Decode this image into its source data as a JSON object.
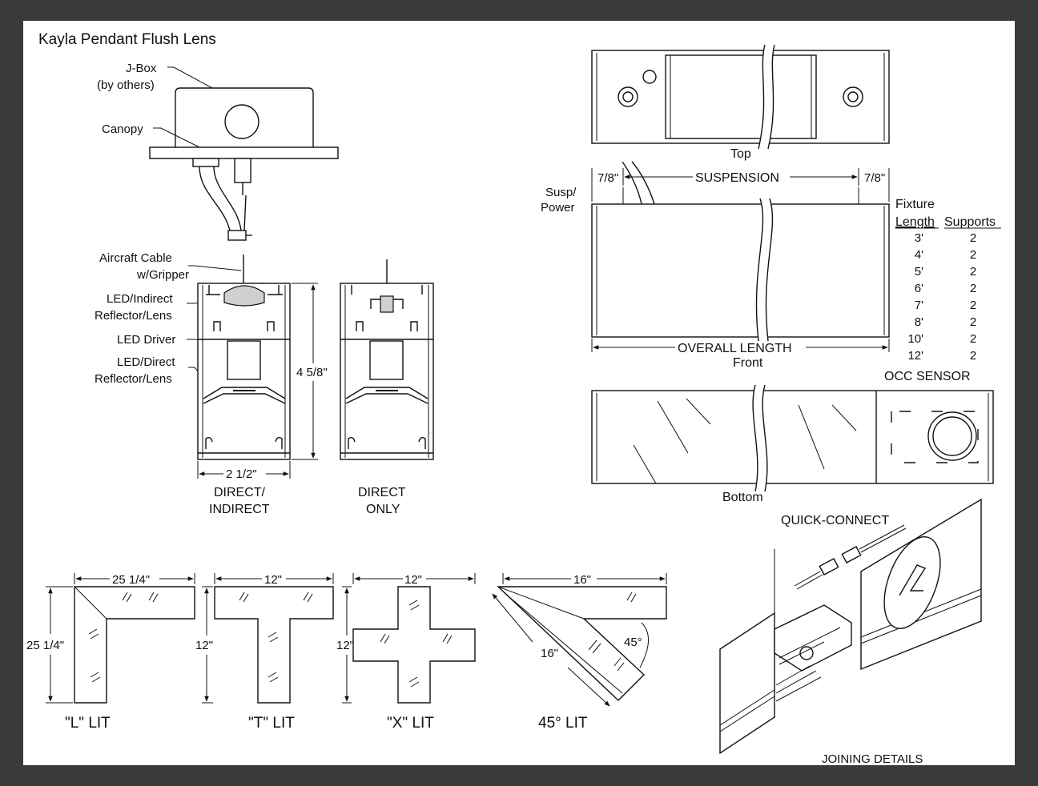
{
  "title": "Kayla Pendant Flush Lens",
  "section": {
    "labels": {
      "jbox_1": "J-Box",
      "jbox_2": "(by others)",
      "canopy": "Canopy",
      "aircraft_1": "Aircraft Cable",
      "aircraft_2": "w/Gripper",
      "led_indirect_1": "LED/Indirect",
      "led_indirect_2": "Reflector/Lens",
      "led_driver": "LED Driver",
      "led_direct_1": "LED/Direct",
      "led_direct_2": "Reflector/Lens"
    },
    "height_dim": "4 5/8\"",
    "width_dim": "2 1/2\"",
    "caption_di_1": "DIRECT/",
    "caption_di_2": "INDIRECT",
    "caption_do_1": "DIRECT",
    "caption_do_2": "ONLY"
  },
  "views": {
    "top": "Top",
    "front": "Front",
    "bottom": "Bottom",
    "dim_778_left": "7/8\"",
    "dim_778_right": "7/8\"",
    "suspension": "SUSPENSION",
    "overall_length": "OVERALL LENGTH",
    "susp_power_1": "Susp/",
    "susp_power_2": "Power",
    "occ_sensor": "OCC SENSOR"
  },
  "supports_table": {
    "header_1": "Fixture",
    "col_length": "Length",
    "col_supports": "Supports",
    "rows": [
      {
        "length": "3'",
        "supports": "2"
      },
      {
        "length": "4'",
        "supports": "2"
      },
      {
        "length": "5'",
        "supports": "2"
      },
      {
        "length": "6'",
        "supports": "2"
      },
      {
        "length": "7'",
        "supports": "2"
      },
      {
        "length": "8'",
        "supports": "2"
      },
      {
        "length": "10'",
        "supports": "2"
      },
      {
        "length": "12'",
        "supports": "2"
      }
    ]
  },
  "configs": {
    "l": {
      "dim_top": "25 1/4\"",
      "dim_side": "25 1/4\"",
      "caption": "\"L\" LIT"
    },
    "t": {
      "dim_top": "12\"",
      "dim_side": "12\"",
      "caption": "\"T\" LIT"
    },
    "x": {
      "dim_top": "12\"",
      "dim_side": "12\"",
      "caption": "\"X\" LIT"
    },
    "d45": {
      "dim_top": "16\"",
      "dim_side": "16\"",
      "angle": "45°",
      "caption": "45° LIT"
    }
  },
  "joining": {
    "quick_connect": "QUICK-CONNECT",
    "caption": "JOINING DETAILS"
  }
}
